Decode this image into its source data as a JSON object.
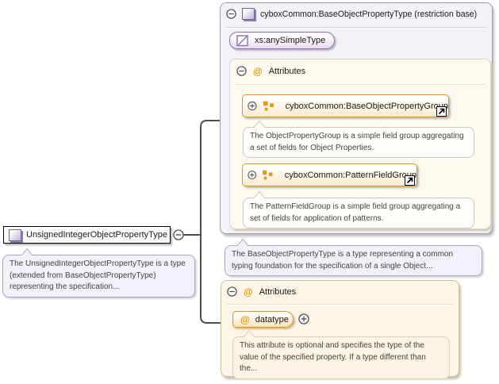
{
  "diagram": {
    "root_node": {
      "label": "UnsignedIntegerObjectPropertyType",
      "tooltip": "The UnsignedIntegerObjectPropertyType is a type (extended from BaseObjectPropertyType) representing the specification..."
    },
    "base_panel": {
      "title": "cyboxCommon:BaseObjectPropertyType (restriction base)",
      "base_type": "xs:anySimpleType",
      "attributes": {
        "label": "Attributes",
        "groups": [
          {
            "label": "cyboxCommon:BaseObjectPropertyGroup",
            "description": "The ObjectPropertyGroup is a simple field group aggregating a set of fields for Object Properties."
          },
          {
            "label": "cyboxCommon:PatternFieldGroup",
            "description": "The PatternFieldGroup is a simple field group aggregating a set of fields for application of patterns."
          }
        ]
      },
      "tooltip": "The BaseObjectPropertyType is a type representing a common typing foundation for the specification of a single Object..."
    },
    "attributes_panel": {
      "label": "Attributes",
      "attribute": {
        "name": "datatype",
        "description": "This attribute is optional and specifies the type of the value of the specified property. If a type different than the..."
      }
    }
  },
  "icons": {
    "at_glyph": "@"
  },
  "colors": {
    "accent_orange": "#E8950C",
    "accent_purple": "#8D80AD",
    "connector": "#4D4D4D",
    "panel_lavender": "#F3F2F9",
    "panel_cream": "#FDF6E7"
  }
}
